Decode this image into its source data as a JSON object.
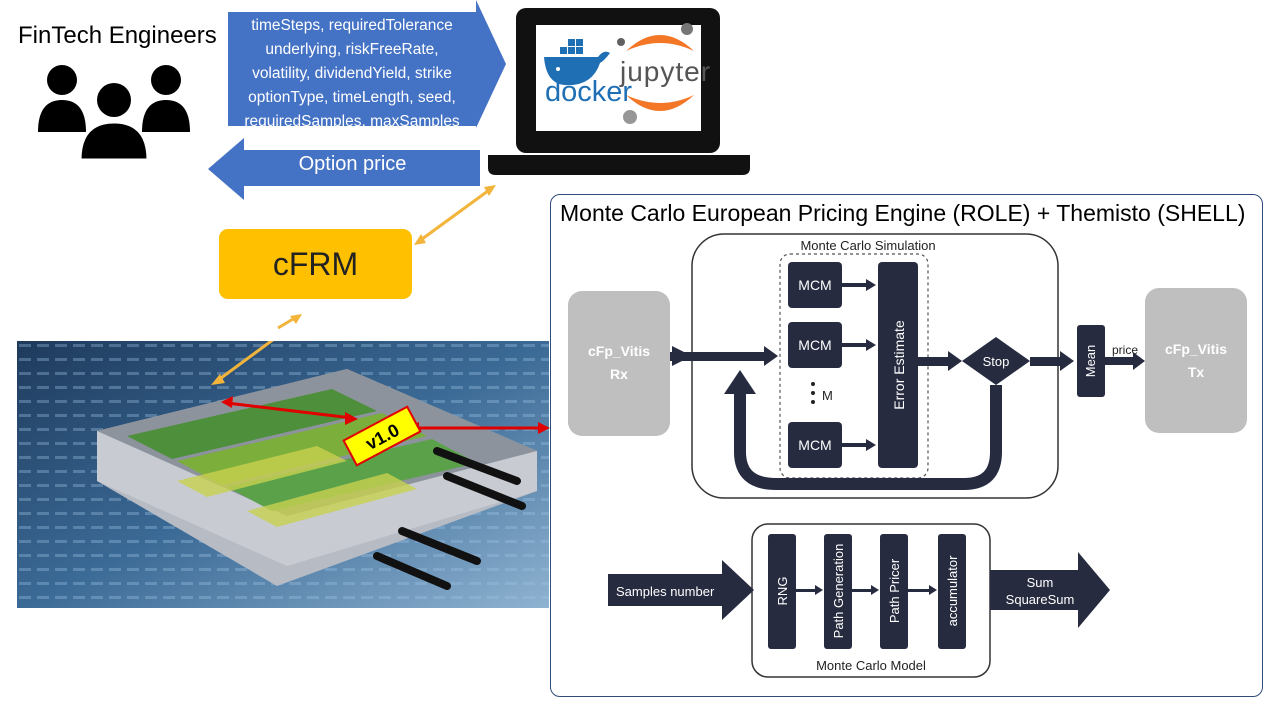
{
  "left": {
    "engineers_title": "FinTech Engineers",
    "params": [
      "timeSteps, requiredTolerance",
      "underlying, riskFreeRate,",
      "volatility, dividendYield, strike",
      "optionType, timeLength, seed,",
      "requiredSamples, maxSamples"
    ],
    "option_price": "Option price",
    "cfrm": "cFRM",
    "version_tag": "v1.0"
  },
  "laptop": {
    "docker": "docker",
    "jupyter": "jupyter"
  },
  "engine": {
    "title": "Monte Carlo European Pricing Engine (ROLE) + Themisto (SHELL)",
    "simulation_label": "Monte Carlo Simulation",
    "rx_line1": "cFp_Vitis",
    "rx_line2": "Rx",
    "tx_line1": "cFp_Vitis",
    "tx_line2": "Tx",
    "mcm": [
      "MCM",
      "MCM",
      "MCM"
    ],
    "m_label": "M",
    "error_estimate": "Error Estimate",
    "stop": "Stop",
    "mean": "Mean",
    "price": "price",
    "model_label": "Monte Carlo Model",
    "samples_number": "Samples number",
    "model_blocks": [
      "RNG",
      "Path Generation",
      "Path Pricer",
      "accumulator"
    ],
    "sum": "Sum",
    "square_sum": "SquareSum"
  },
  "colors": {
    "arrow_blue": "#4472c4",
    "cfrm_yellow": "#ffc000",
    "dark_navy": "#262b3f",
    "gray_block": "#bfbfbf",
    "gold_arrow": "#f2b43a",
    "red_arrow": "#e00000"
  }
}
